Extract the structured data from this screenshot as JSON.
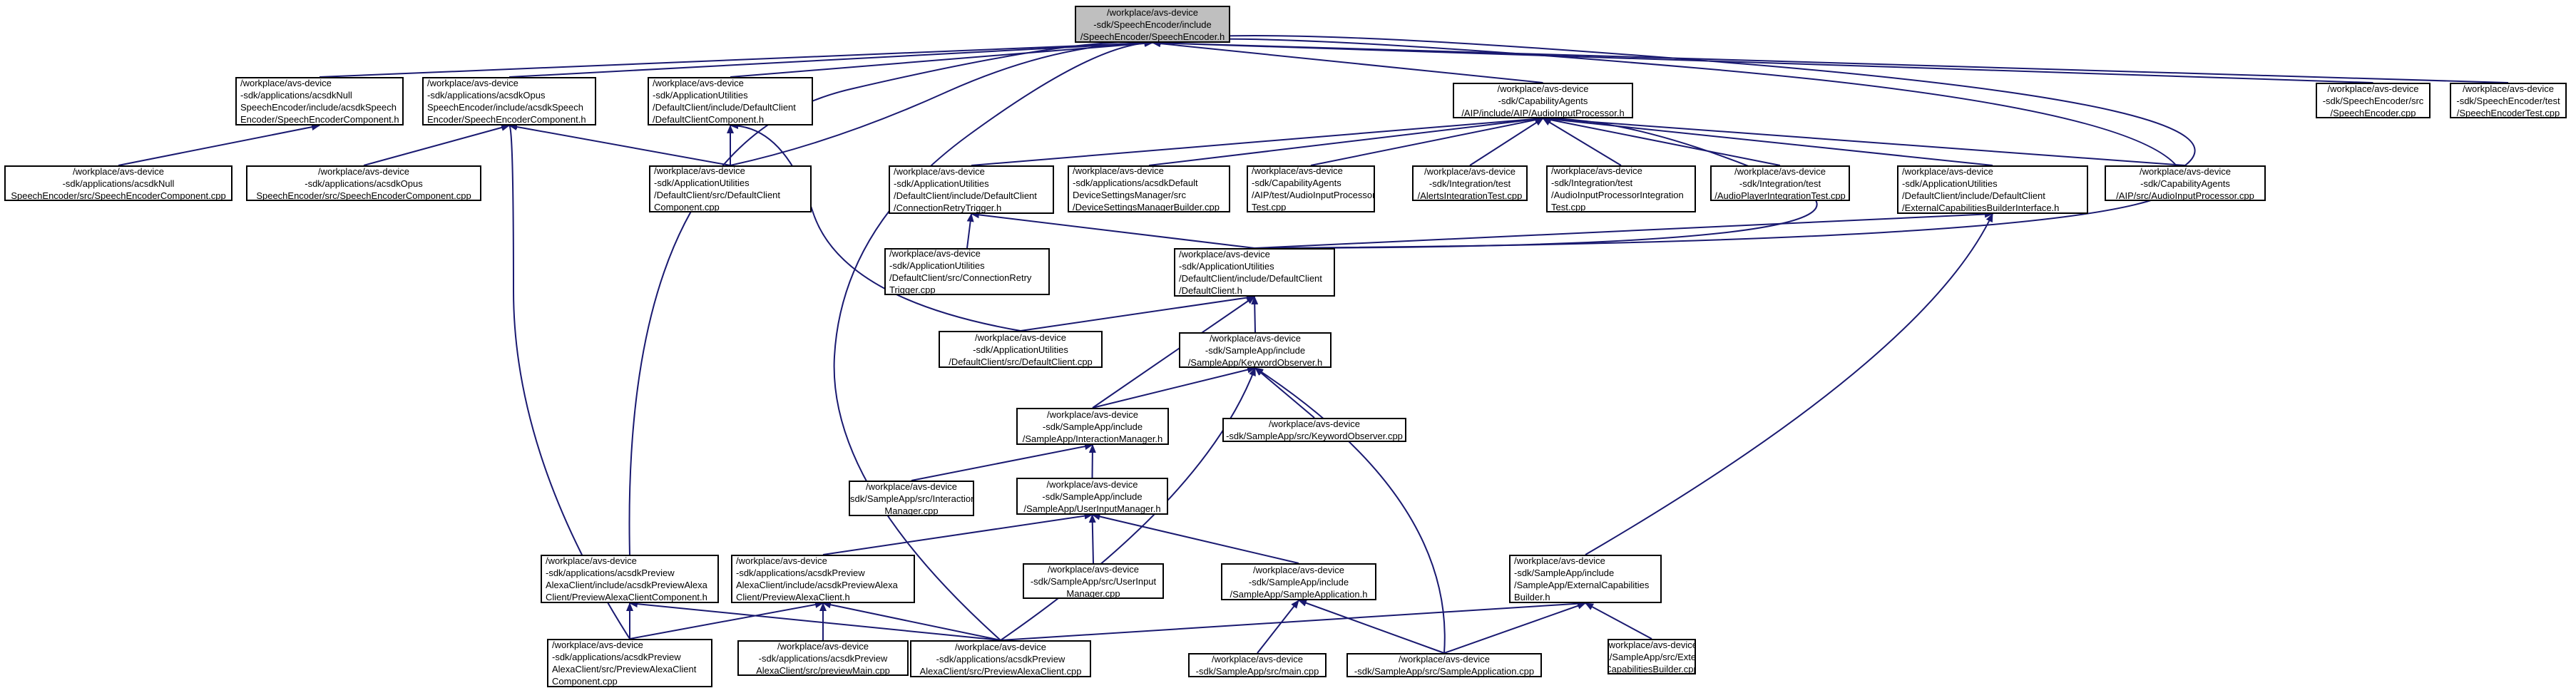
{
  "colors": {
    "edge": "#191970",
    "node_border": "#000000",
    "root_fill": "#bfbfbf",
    "node_fill": "#ffffff"
  },
  "nodes": [
    {
      "id": "n0",
      "lines": [
        "/workplace/avs-device",
        "-sdk/SpeechEncoder/include",
        "/SpeechEncoder/SpeechEncoder.h"
      ],
      "root": true
    },
    {
      "id": "n1",
      "lines": [
        "/workplace/avs-device",
        "-sdk/applications/acsdkNull",
        "SpeechEncoder/include/acsdkSpeech",
        "Encoder/SpeechEncoderComponent.h"
      ]
    },
    {
      "id": "n2",
      "lines": [
        "/workplace/avs-device",
        "-sdk/applications/acsdkOpus",
        "SpeechEncoder/include/acsdkSpeech",
        "Encoder/SpeechEncoderComponent.h"
      ]
    },
    {
      "id": "n3",
      "lines": [
        "/workplace/avs-device",
        "-sdk/ApplicationUtilities",
        "/DefaultClient/include/DefaultClient",
        "/DefaultClientComponent.h"
      ]
    },
    {
      "id": "n4",
      "lines": [
        "/workplace/avs-device",
        "-sdk/CapabilityAgents",
        "/AIP/include/AIP/AudioInputProcessor.h"
      ]
    },
    {
      "id": "n5",
      "lines": [
        "/workplace/avs-device",
        "-sdk/SpeechEncoder/src",
        "/SpeechEncoder.cpp"
      ]
    },
    {
      "id": "n6",
      "lines": [
        "/workplace/avs-device",
        "-sdk/SpeechEncoder/test",
        "/SpeechEncoderTest.cpp"
      ]
    },
    {
      "id": "n7",
      "lines": [
        "/workplace/avs-device",
        "-sdk/applications/acsdkNull",
        "SpeechEncoder/src/SpeechEncoderComponent.cpp"
      ]
    },
    {
      "id": "n8",
      "lines": [
        "/workplace/avs-device",
        "-sdk/applications/acsdkOpus",
        "SpeechEncoder/src/SpeechEncoderComponent.cpp"
      ]
    },
    {
      "id": "n9",
      "lines": [
        "/workplace/avs-device",
        "-sdk/ApplicationUtilities",
        "/DefaultClient/src/DefaultClient",
        "Component.cpp"
      ]
    },
    {
      "id": "n10",
      "lines": [
        "/workplace/avs-device",
        "-sdk/ApplicationUtilities",
        "/DefaultClient/include/DefaultClient",
        "/ConnectionRetryTrigger.h"
      ]
    },
    {
      "id": "n11",
      "lines": [
        "/workplace/avs-device",
        "-sdk/applications/acsdkDefault",
        "DeviceSettingsManager/src",
        "/DeviceSettingsManagerBuilder.cpp"
      ]
    },
    {
      "id": "n12",
      "lines": [
        "/workplace/avs-device",
        "-sdk/CapabilityAgents",
        "/AIP/test/AudioInputProcessor",
        "Test.cpp"
      ]
    },
    {
      "id": "n13",
      "lines": [
        "/workplace/avs-device",
        "-sdk/Integration/test",
        "/AlertsIntegrationTest.cpp"
      ]
    },
    {
      "id": "n14",
      "lines": [
        "/workplace/avs-device",
        "-sdk/Integration/test",
        "/AudioInputProcessorIntegration",
        "Test.cpp"
      ]
    },
    {
      "id": "n15",
      "lines": [
        "/workplace/avs-device",
        "-sdk/Integration/test",
        "/AudioPlayerIntegrationTest.cpp"
      ]
    },
    {
      "id": "n16",
      "lines": [
        "/workplace/avs-device",
        "-sdk/ApplicationUtilities",
        "/DefaultClient/include/DefaultClient",
        "/ExternalCapabilitiesBuilderInterface.h"
      ]
    },
    {
      "id": "n17",
      "lines": [
        "/workplace/avs-device",
        "-sdk/CapabilityAgents",
        "/AIP/src/AudioInputProcessor.cpp"
      ]
    },
    {
      "id": "n18",
      "lines": [
        "/workplace/avs-device",
        "-sdk/ApplicationUtilities",
        "/DefaultClient/src/ConnectionRetry",
        "Trigger.cpp"
      ]
    },
    {
      "id": "n19",
      "lines": [
        "/workplace/avs-device",
        "-sdk/ApplicationUtilities",
        "/DefaultClient/include/DefaultClient",
        "/DefaultClient.h"
      ]
    },
    {
      "id": "n20",
      "lines": [
        "/workplace/avs-device",
        "-sdk/ApplicationUtilities",
        "/DefaultClient/src/DefaultClient.cpp"
      ]
    },
    {
      "id": "n21",
      "lines": [
        "/workplace/avs-device",
        "-sdk/SampleApp/include",
        "/SampleApp/KeywordObserver.h"
      ]
    },
    {
      "id": "n22",
      "lines": [
        "/workplace/avs-device",
        "-sdk/SampleApp/include",
        "/SampleApp/InteractionManager.h"
      ]
    },
    {
      "id": "n23",
      "lines": [
        "/workplace/avs-device",
        "-sdk/SampleApp/src/KeywordObserver.cpp"
      ]
    },
    {
      "id": "n24",
      "lines": [
        "/workplace/avs-device",
        "-sdk/SampleApp/src/Interaction",
        "Manager.cpp"
      ]
    },
    {
      "id": "n25",
      "lines": [
        "/workplace/avs-device",
        "-sdk/SampleApp/include",
        "/SampleApp/UserInputManager.h"
      ]
    },
    {
      "id": "n26",
      "lines": [
        "/workplace/avs-device",
        "-sdk/applications/acsdkPreview",
        "AlexaClient/include/acsdkPreviewAlexa",
        "Client/PreviewAlexaClientComponent.h"
      ]
    },
    {
      "id": "n27",
      "lines": [
        "/workplace/avs-device",
        "-sdk/applications/acsdkPreview",
        "AlexaClient/include/acsdkPreviewAlexa",
        "Client/PreviewAlexaClient.h"
      ]
    },
    {
      "id": "n28",
      "lines": [
        "/workplace/avs-device",
        "-sdk/SampleApp/src/UserInput",
        "Manager.cpp"
      ]
    },
    {
      "id": "n29",
      "lines": [
        "/workplace/avs-device",
        "-sdk/SampleApp/include",
        "/SampleApp/SampleApplication.h"
      ]
    },
    {
      "id": "n30",
      "lines": [
        "/workplace/avs-device",
        "-sdk/SampleApp/include",
        "/SampleApp/ExternalCapabilities",
        "Builder.h"
      ]
    },
    {
      "id": "n31",
      "lines": [
        "/workplace/avs-device",
        "-sdk/applications/acsdkPreview",
        "AlexaClient/src/PreviewAlexaClient",
        "Component.cpp"
      ]
    },
    {
      "id": "n32",
      "lines": [
        "/workplace/avs-device",
        "-sdk/applications/acsdkPreview",
        "AlexaClient/src/previewMain.cpp"
      ]
    },
    {
      "id": "n33",
      "lines": [
        "/workplace/avs-device",
        "-sdk/applications/acsdkPreview",
        "AlexaClient/src/PreviewAlexaClient.cpp"
      ]
    },
    {
      "id": "n34",
      "lines": [
        "/workplace/avs-device",
        "-sdk/SampleApp/src/main.cpp"
      ]
    },
    {
      "id": "n35",
      "lines": [
        "/workplace/avs-device",
        "-sdk/SampleApp/src/SampleApplication.cpp"
      ]
    },
    {
      "id": "n36",
      "lines": [
        "/workplace/avs-device",
        "-sdk/SampleApp/src/External",
        "CapabilitiesBuilder.cpp"
      ]
    }
  ]
}
